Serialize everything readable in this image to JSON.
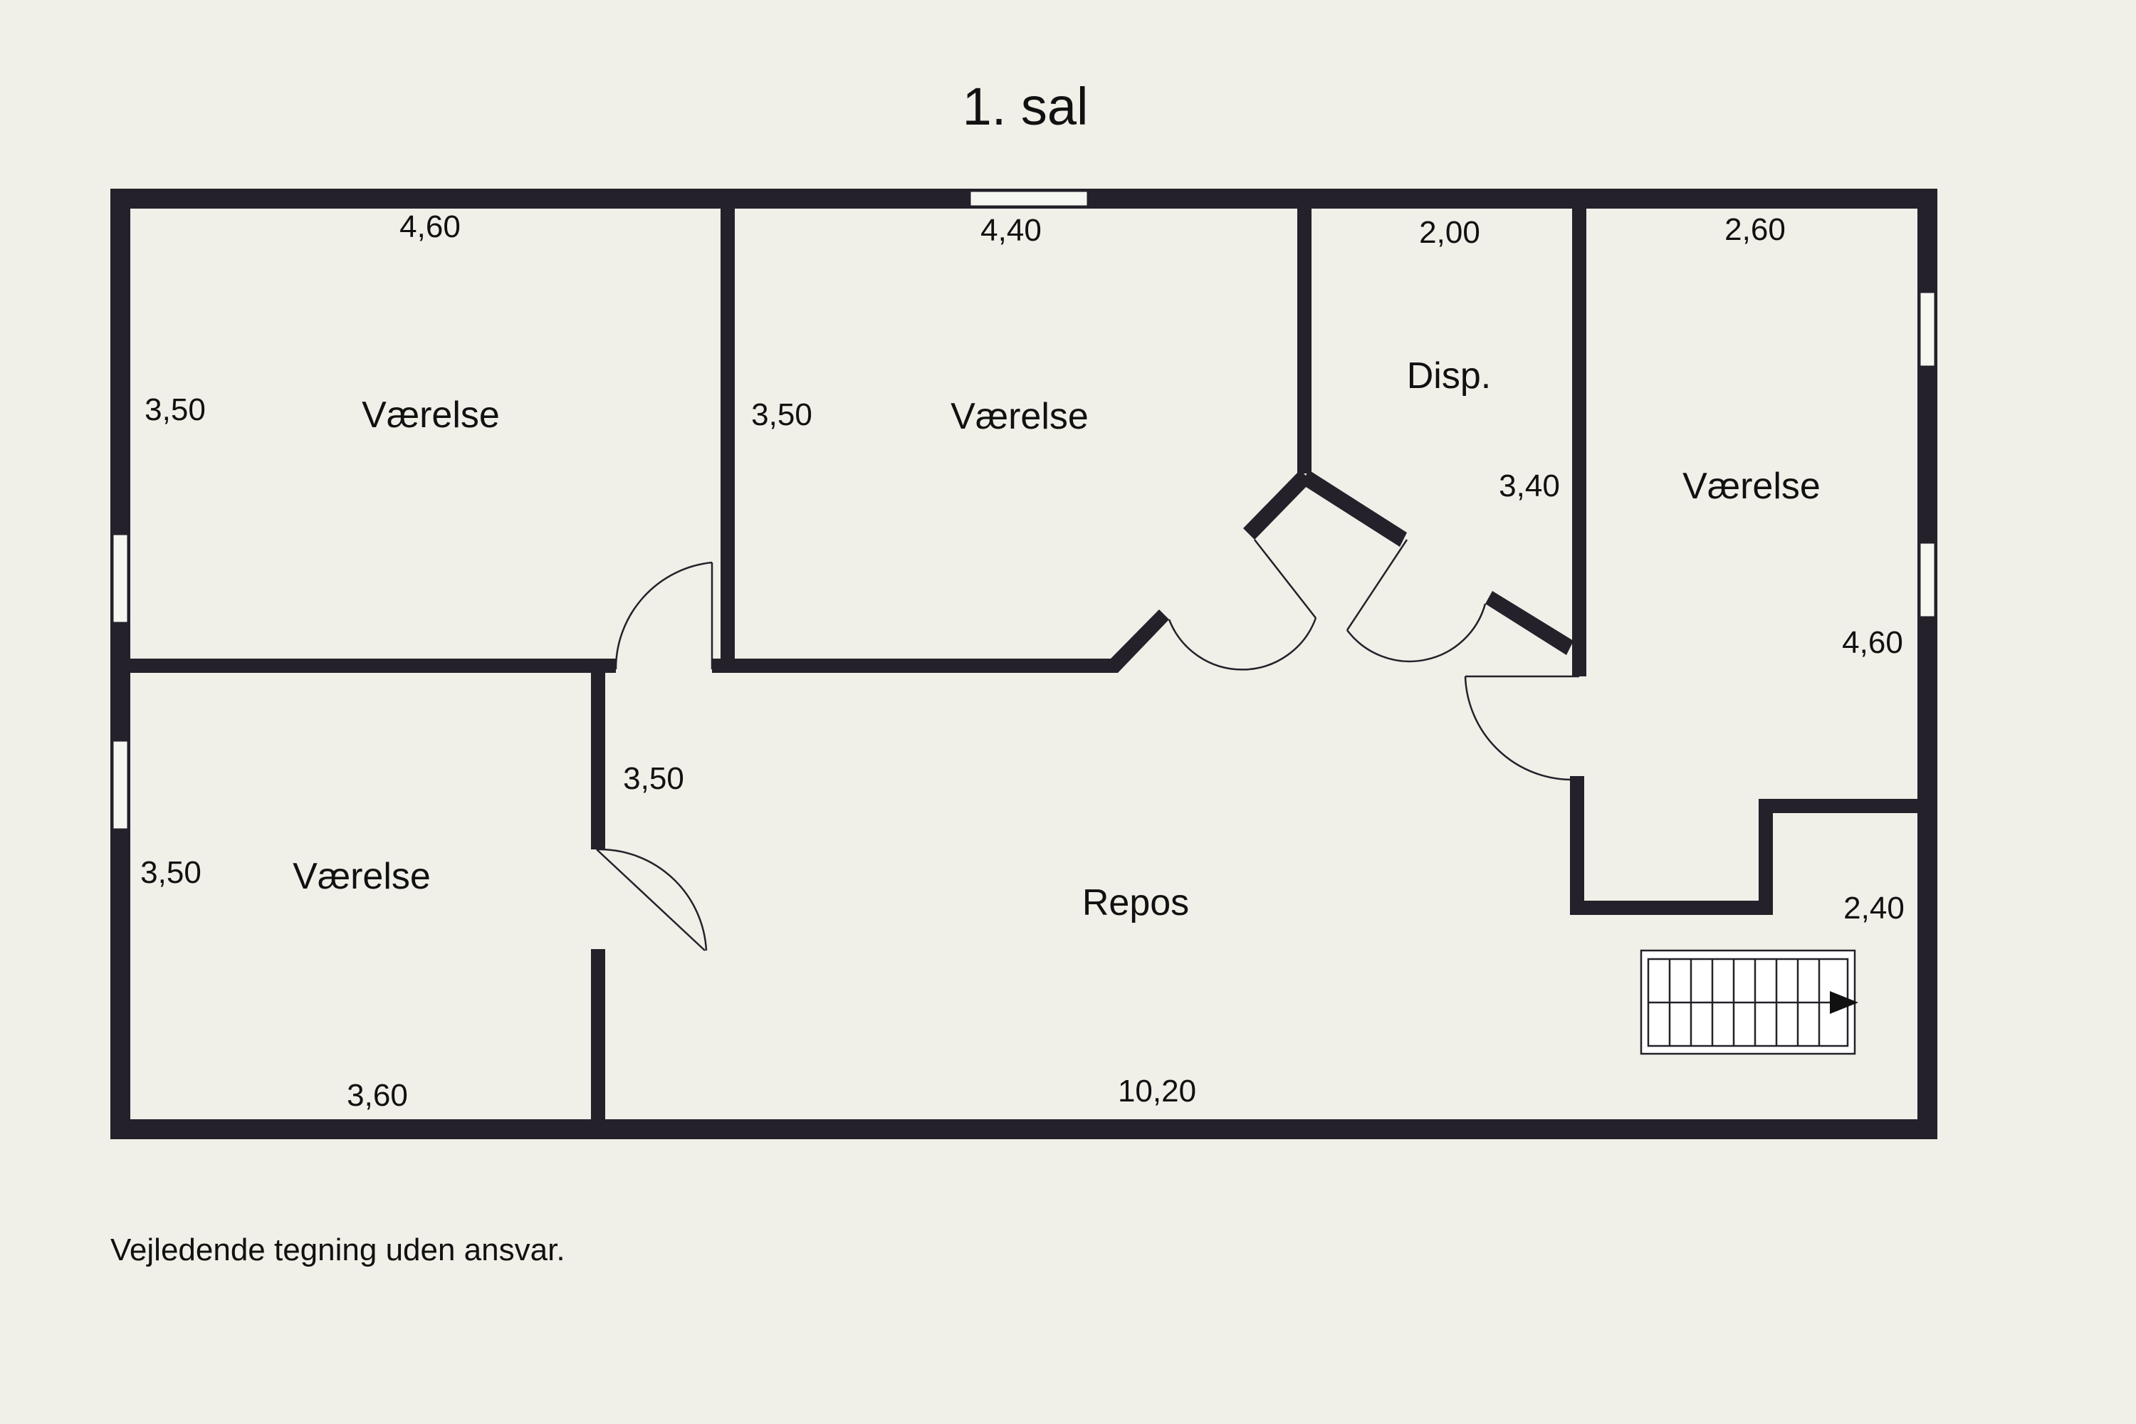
{
  "title": "1. sal",
  "rooms": [
    {
      "name": "Værelse",
      "dims": [
        "4,60",
        "3,50"
      ]
    },
    {
      "name": "Værelse",
      "dims": [
        "4,40",
        "3,50"
      ]
    },
    {
      "name": "Disp.",
      "dims": [
        "2,00",
        "3,40"
      ]
    },
    {
      "name": "Værelse",
      "dims": [
        "2,60",
        "4,60",
        "2,40"
      ]
    },
    {
      "name": "Værelse",
      "dims": [
        "3,50",
        "3,60"
      ]
    },
    {
      "name": "Repos",
      "dims": [
        "3,50",
        "10,20"
      ]
    }
  ],
  "disclaimer": "Vejledende tegning uden ansvar.",
  "colors": {
    "wall": "#24212a",
    "background": "#f0efe8"
  }
}
